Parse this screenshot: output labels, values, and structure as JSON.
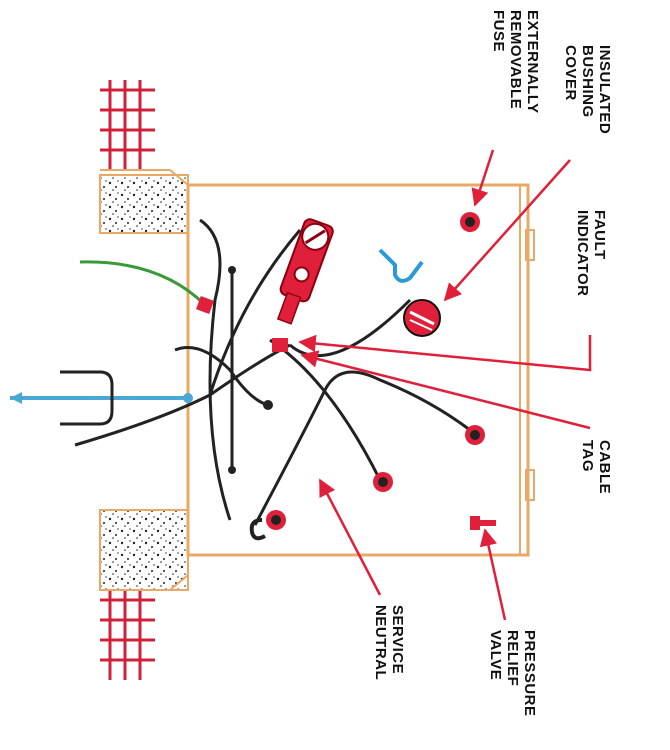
{
  "labels": {
    "externally_removable_fuse": [
      "EXTERNALLY",
      "REMOVABLE",
      "FUSE"
    ],
    "insulated_bushing_cover": [
      "INSULATED",
      "BUSHING",
      "COVER"
    ],
    "fault_indicator": [
      "FAULT",
      "INDICATOR"
    ],
    "cable_tag": [
      "CABLE",
      "TAG"
    ],
    "service_neutral": [
      "SERVICE",
      "NEUTRAL"
    ],
    "pressure_relief_valve": [
      "PRESSURE",
      "RELIEF",
      "VALVE"
    ]
  },
  "colors": {
    "enclosure": "#e8a866",
    "arrow": "#e0203a",
    "component": "#e0203a",
    "cable": "#222222",
    "ground_wire": "#3a9a3a",
    "ground_rod": "#4aa8d8",
    "bracket": "#2a9ad8",
    "concrete_stipple": "#222222",
    "brick": "#d0203a"
  },
  "icons": {
    "fuse_holder": "fuse-holder-icon",
    "bushing": "bushing-icon",
    "ground_rod": "ground-rod-icon",
    "brick": "brick-icon"
  }
}
